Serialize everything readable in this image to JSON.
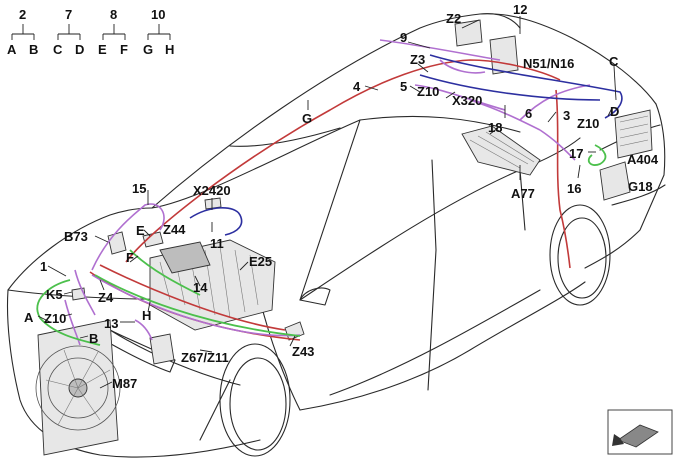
{
  "legend": {
    "groups": [
      {
        "number": "2",
        "left": "A",
        "right": "B"
      },
      {
        "number": "7",
        "left": "C",
        "right": "D"
      },
      {
        "number": "8",
        "left": "E",
        "right": "F"
      },
      {
        "number": "10",
        "left": "G",
        "right": "H"
      }
    ]
  },
  "labels": {
    "z2": "Z2",
    "n12": "12",
    "n9": "9",
    "n51_n16": "N51/N16",
    "c": "C",
    "z3": "Z3",
    "n4": "4",
    "n5": "5",
    "z10_top": "Z10",
    "x320": "X320",
    "n6": "6",
    "n3": "3",
    "d": "D",
    "z10_right": "Z10",
    "g": "G",
    "n18": "18",
    "n17": "17",
    "a404": "A404",
    "a77": "A77",
    "n16": "16",
    "g18": "G18",
    "n15": "15",
    "x2420": "X2420",
    "b73": "B73",
    "e": "E",
    "z44": "Z44",
    "n11": "11",
    "n1": "1",
    "f": "F",
    "e25": "E25",
    "k5": "K5",
    "z4": "Z4",
    "n14": "14",
    "a": "A",
    "z10_left": "Z10",
    "h": "H",
    "n13": "13",
    "b": "B",
    "z43": "Z43",
    "z67_z11": "Z67/Z11",
    "m87": "M87"
  },
  "colors": {
    "wire_red": "#c23a3a",
    "wire_purple": "#b070d0",
    "wire_green": "#4cc04c",
    "wire_blue": "#2c2fa0"
  },
  "icons": {
    "nav": "view-direction-arrow-icon"
  }
}
